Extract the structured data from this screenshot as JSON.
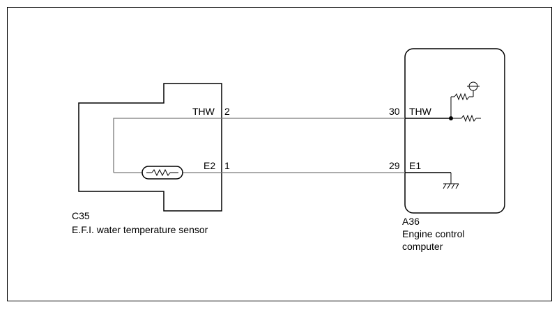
{
  "sensor": {
    "code": "C35",
    "name": "E.F.I. water temperature sensor",
    "pins": [
      {
        "signal": "THW",
        "number": "2"
      },
      {
        "signal": "E2",
        "number": "1"
      }
    ]
  },
  "ecu": {
    "code": "A36",
    "name_line1": "Engine control",
    "name_line2": "computer",
    "pins": [
      {
        "number": "30",
        "signal": "THW"
      },
      {
        "number": "29",
        "signal": "E1"
      }
    ]
  },
  "colors": {
    "wire": "#7a7a7a",
    "outline": "#000000"
  }
}
